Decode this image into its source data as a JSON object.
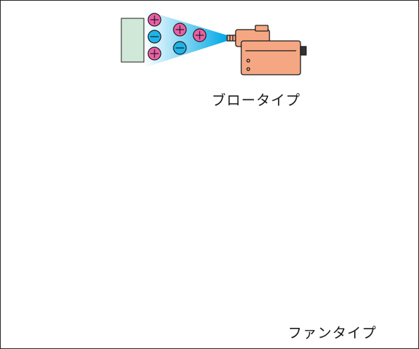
{
  "labels": {
    "blow_type": "ブロータイプ",
    "fan_type": "ファンタイプ"
  },
  "colors": {
    "positive_ion": "#e95fa6",
    "negative_ion": "#1fb4e8",
    "airflow": "#00a8e6",
    "target_object": "#cfe8d8",
    "ionizer_body": "#f5a783",
    "outline": "#1a1a1a"
  },
  "icons": {
    "positive": "plus-in-circle",
    "negative": "minus-in-circle"
  }
}
